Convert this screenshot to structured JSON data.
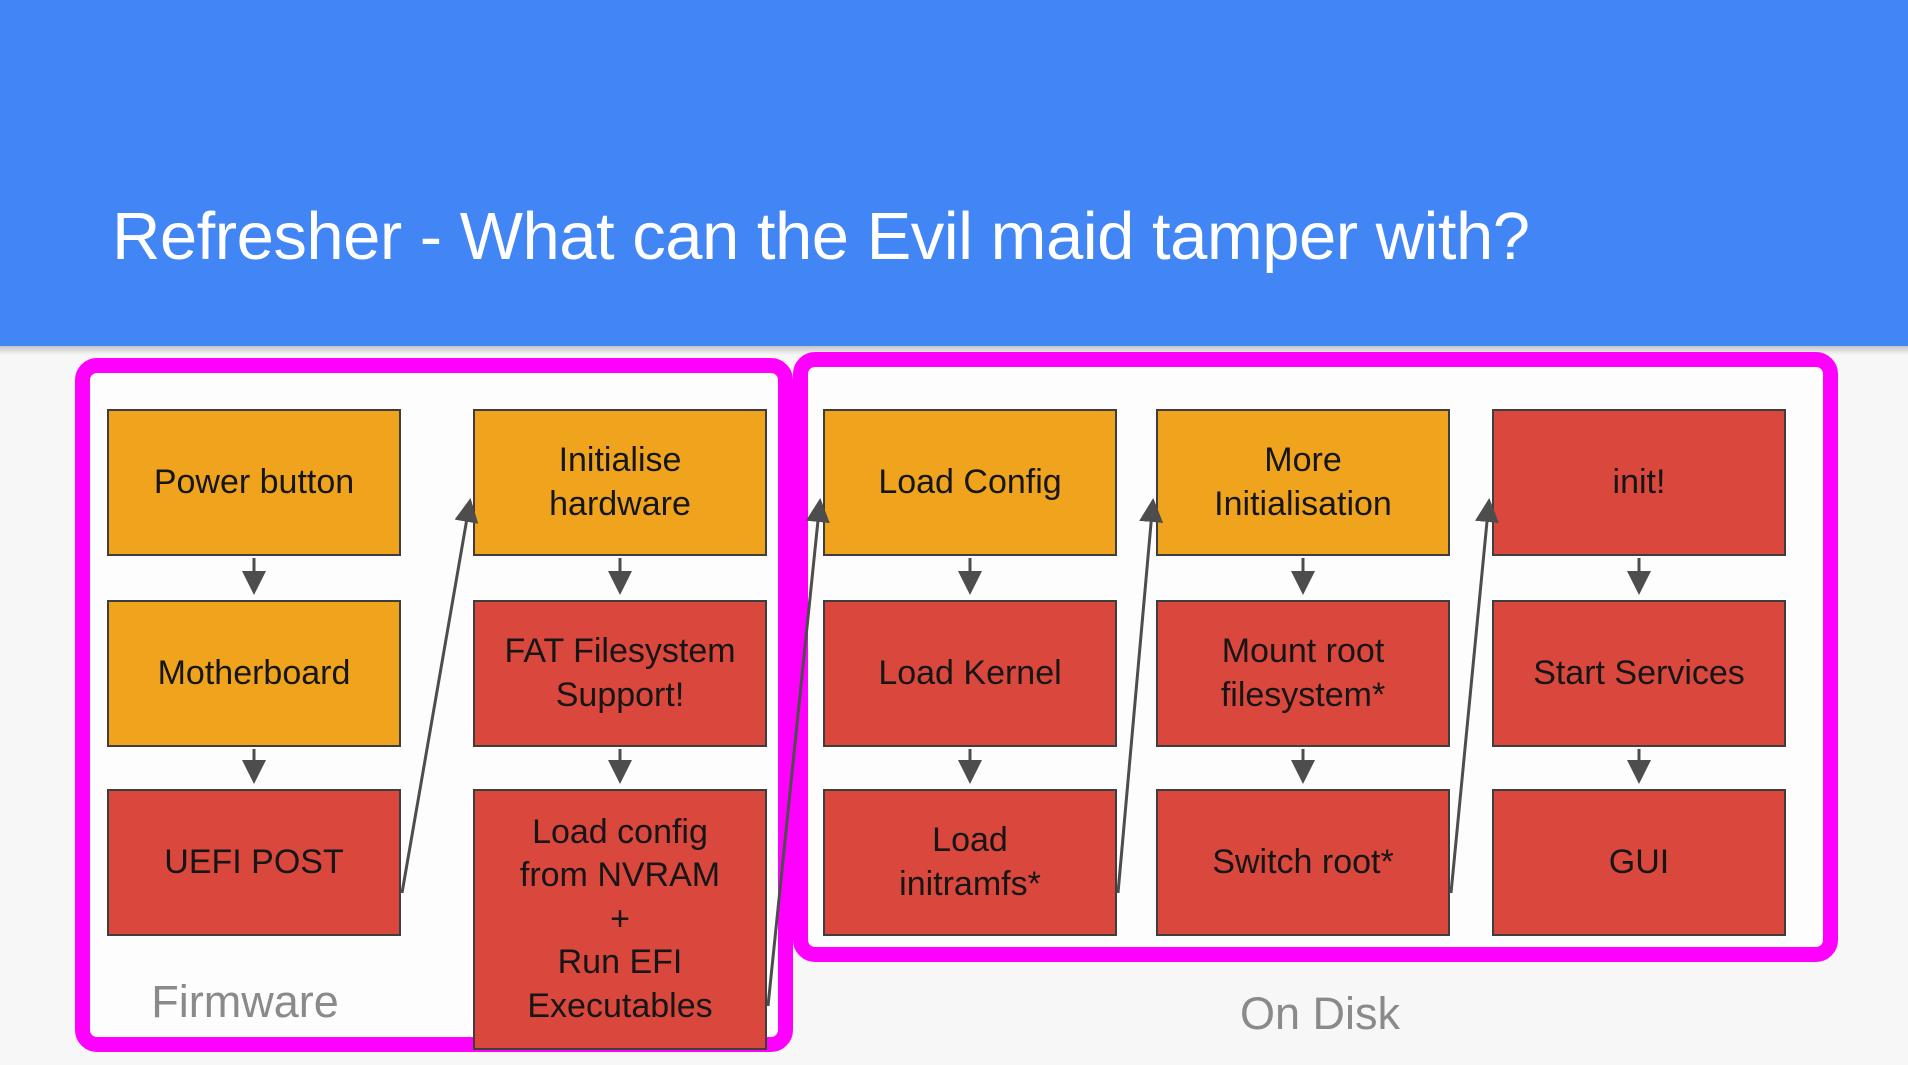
{
  "slide": {
    "title": "Refresher - What can the Evil maid tamper with?",
    "colors": {
      "header_blue": "#4285F4",
      "box_orange": "#F0A41E",
      "box_red": "#DA473C",
      "box_border": "#3E3E3E",
      "region_outline": "#FF00FF",
      "arrow": "#4D4D4D",
      "region_label_gray": "#8A8A8A",
      "title_white": "#FFFFFF"
    },
    "regions": [
      {
        "id": "firmware",
        "label": "Firmware"
      },
      {
        "id": "on-disk",
        "label": "On Disk"
      }
    ],
    "nodes": [
      {
        "id": "power-button",
        "lines": [
          "Power button"
        ],
        "col": 1,
        "row": 1,
        "color": "orange"
      },
      {
        "id": "motherboard",
        "lines": [
          "Motherboard"
        ],
        "col": 1,
        "row": 2,
        "color": "orange"
      },
      {
        "id": "uefi-post",
        "lines": [
          "UEFI POST"
        ],
        "col": 1,
        "row": 3,
        "color": "red"
      },
      {
        "id": "initialise-hardware",
        "lines": [
          "Initialise",
          "hardware"
        ],
        "col": 2,
        "row": 1,
        "color": "orange"
      },
      {
        "id": "fat-filesystem-support",
        "lines": [
          "FAT Filesystem",
          "Support!"
        ],
        "col": 2,
        "row": 2,
        "color": "red"
      },
      {
        "id": "load-config-nvram",
        "lines": [
          "Load config",
          "from NVRAM",
          "+",
          "Run EFI",
          "Executables"
        ],
        "col": 2,
        "row": 3,
        "color": "red",
        "tall": true
      },
      {
        "id": "load-config",
        "lines": [
          "Load Config"
        ],
        "col": 3,
        "row": 1,
        "color": "orange"
      },
      {
        "id": "load-kernel",
        "lines": [
          "Load Kernel"
        ],
        "col": 3,
        "row": 2,
        "color": "red"
      },
      {
        "id": "load-initramfs",
        "lines": [
          "Load",
          "initramfs*"
        ],
        "col": 3,
        "row": 3,
        "color": "red"
      },
      {
        "id": "more-initialisation",
        "lines": [
          "More",
          "Initialisation"
        ],
        "col": 4,
        "row": 1,
        "color": "orange"
      },
      {
        "id": "mount-root-filesystem",
        "lines": [
          "Mount root",
          "filesystem*"
        ],
        "col": 4,
        "row": 2,
        "color": "red"
      },
      {
        "id": "switch-root",
        "lines": [
          "Switch root*"
        ],
        "col": 4,
        "row": 3,
        "color": "red"
      },
      {
        "id": "init",
        "lines": [
          "init!"
        ],
        "col": 5,
        "row": 1,
        "color": "red"
      },
      {
        "id": "start-services",
        "lines": [
          "Start Services"
        ],
        "col": 5,
        "row": 2,
        "color": "red"
      },
      {
        "id": "gui",
        "lines": [
          "GUI"
        ],
        "col": 5,
        "row": 3,
        "color": "red"
      }
    ],
    "edges": [
      {
        "from": "power-button",
        "to": "motherboard",
        "type": "down"
      },
      {
        "from": "motherboard",
        "to": "uefi-post",
        "type": "down"
      },
      {
        "from": "uefi-post",
        "to": "initialise-hardware",
        "type": "jump"
      },
      {
        "from": "initialise-hardware",
        "to": "fat-filesystem-support",
        "type": "down"
      },
      {
        "from": "fat-filesystem-support",
        "to": "load-config-nvram",
        "type": "down"
      },
      {
        "from": "load-config-nvram",
        "to": "load-config",
        "type": "jump"
      },
      {
        "from": "load-config",
        "to": "load-kernel",
        "type": "down"
      },
      {
        "from": "load-kernel",
        "to": "load-initramfs",
        "type": "down"
      },
      {
        "from": "load-initramfs",
        "to": "more-initialisation",
        "type": "jump"
      },
      {
        "from": "more-initialisation",
        "to": "mount-root-filesystem",
        "type": "down"
      },
      {
        "from": "mount-root-filesystem",
        "to": "switch-root",
        "type": "down"
      },
      {
        "from": "switch-root",
        "to": "init",
        "type": "jump"
      },
      {
        "from": "init",
        "to": "start-services",
        "type": "down"
      },
      {
        "from": "start-services",
        "to": "gui",
        "type": "down"
      }
    ]
  }
}
